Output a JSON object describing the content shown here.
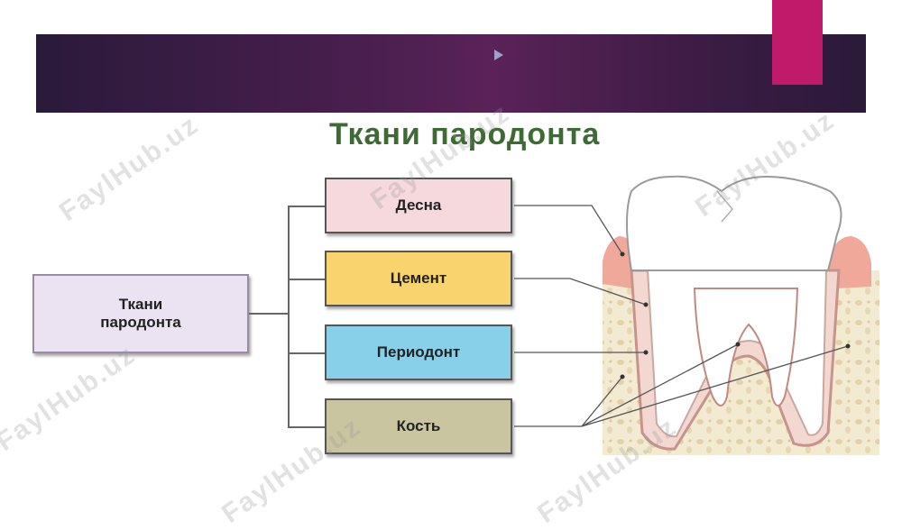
{
  "slide": {
    "title": "Ткани пародонта",
    "root_label": "Ткани пародонта",
    "components": [
      {
        "label": "Десна",
        "color": "#f6d9dd"
      },
      {
        "label": "Цемент",
        "color": "#f8d36e"
      },
      {
        "label": "Периодонт",
        "color": "#88cfe9"
      },
      {
        "label": "Кость",
        "color": "#c9c5a0"
      }
    ]
  },
  "watermark": {
    "text": "FaylHub.uz"
  },
  "colors": {
    "banner": "#4a1f4f",
    "accent_tab": "#c01a6a",
    "title": "#3d6b34"
  }
}
